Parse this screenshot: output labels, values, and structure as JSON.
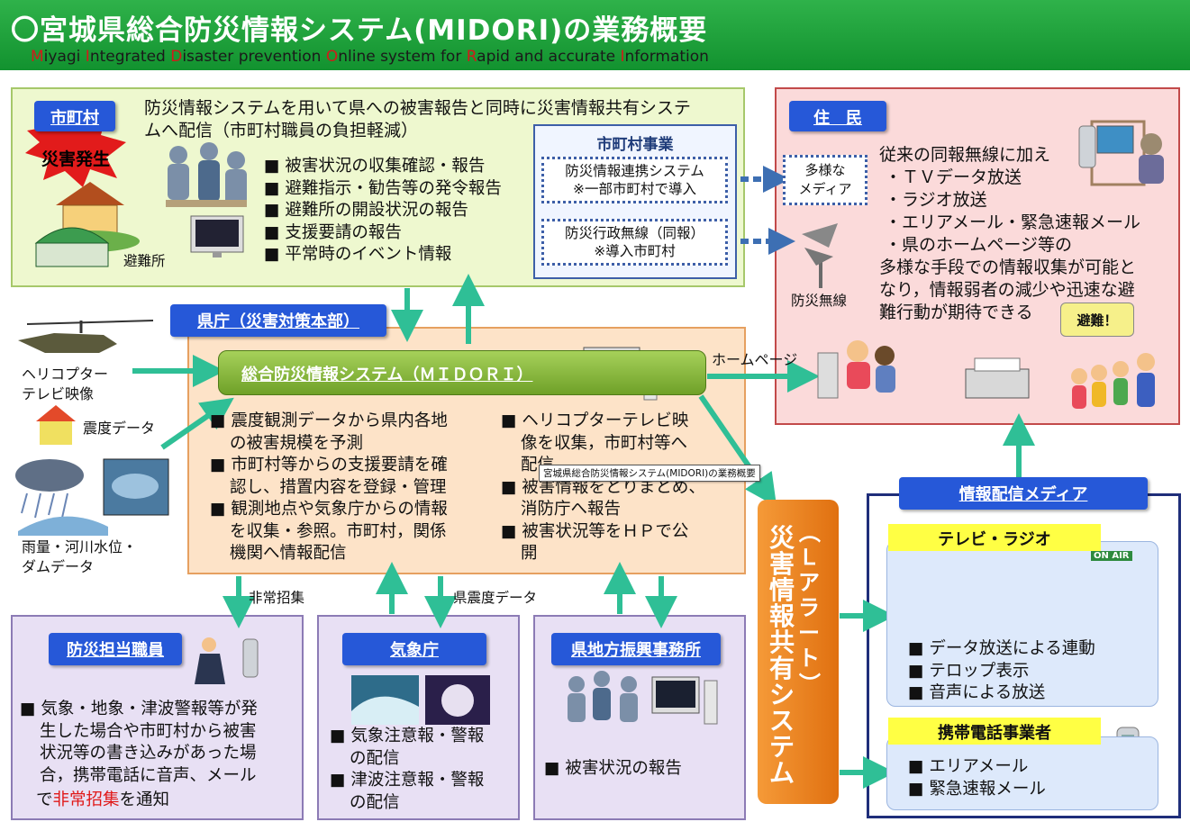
{
  "header": {
    "title": "〇宮城県総合防災情報システム(MIDORI)の業務概要",
    "subtitle_parts": [
      {
        "t": "M",
        "red": true
      },
      {
        "t": "iyagi ",
        "red": false
      },
      {
        "t": "I",
        "red": true
      },
      {
        "t": "ntegrated ",
        "red": false
      },
      {
        "t": "D",
        "red": true
      },
      {
        "t": "isaster prevention ",
        "red": false
      },
      {
        "t": "O",
        "red": true
      },
      {
        "t": "nline system for ",
        "red": false
      },
      {
        "t": "R",
        "red": true
      },
      {
        "t": "apid and accurate ",
        "red": false
      },
      {
        "t": "I",
        "red": true
      },
      {
        "t": "nformation",
        "red": false
      }
    ]
  },
  "city": {
    "tag": "市町村",
    "disaster_label": "災害発生",
    "shelter_label": "避難所",
    "desc_line1": "防災情報システムを用いて県への被害報告と同時に災害情報共有システ",
    "desc_line2": "ムへ配信（市町村職員の負担軽減）",
    "items": [
      "■ 被害状況の収集確認・報告",
      "■ 避難指示・勧告等の発令報告",
      "■ 避難所の開設状況の報告",
      "■ 支援要請の報告",
      "■ 平常時のイベント情報"
    ],
    "business_title": "市町村事業",
    "business_box1_l1": "防災情報連携システム",
    "business_box1_l2": "※一部市町村で導入",
    "business_box2_l1": "防災行政無線（同報）",
    "business_box2_l2": "※導入市町村"
  },
  "resident": {
    "tag": "住　民",
    "various_media_l1": "多様な",
    "various_media_l2": "メディア",
    "radio_label": "防災無線",
    "lines": [
      "従来の同報無線に加え",
      "・ＴＶデータ放送",
      "・ラジオ放送",
      "・エリアメール・緊急速報メール",
      "・県のホームページ等の",
      "多様な手段での情報収集が可能と",
      "なり，情報弱者の減少や迅速な避",
      "難行動が期待できる"
    ],
    "evacuate_bubble": "避難！"
  },
  "inputs": {
    "helicopter_l1": "ヘリコプター",
    "helicopter_l2": "テレビ映像",
    "seismic": "震度データ",
    "rain_l1": "雨量・河川水位・",
    "rain_l2": "ダムデータ"
  },
  "pref": {
    "tag": "県庁（災害対策本部）",
    "system_name": "総合防災情報システム（ＭＩＤＯＲＩ）",
    "homepage_label": "ホームページ",
    "tooltip": "宮城県総合防災情報システム(MIDORI)の業務概要",
    "left_items": [
      "■ 震度観測データから県内各地",
      "の被害規模を予測",
      "■ 市町村等からの支援要請を確",
      "認し、措置内容を登録・管理",
      "■ 観測地点や気象庁からの情報",
      "を収集・参照。市町村，関係",
      "機関へ情報配信"
    ],
    "right_items": [
      "■ ヘリコプターテレビ映",
      "像を収集，市町村等へ",
      "配信",
      "■ 被害情報をとりまとめ、",
      "消防庁へ報告",
      "■ 被害状況等をＨＰで公",
      "開"
    ],
    "emergency_call_label": "非常招集",
    "pref_seismic_label": "県震度データ"
  },
  "staff": {
    "tag": "防災担当職員",
    "lines": [
      "■ 気象・地象・津波警報等が発",
      "生した場合や市町村から被害",
      "状況等の書き込みがあった場",
      "合，携帯電話に音声、メール"
    ],
    "last_prefix": "で",
    "last_highlight": "非常招集",
    "last_suffix": "を通知"
  },
  "jma": {
    "tag": "気象庁",
    "items": [
      "■ 気象注意報・警報",
      "の配信",
      "■ 津波注意報・警報",
      "の配信"
    ]
  },
  "local_office": {
    "tag": "県地方振興事務所",
    "items": [
      "■ 被害状況の報告"
    ]
  },
  "lalert": {
    "text": "災害情報共有システム",
    "paren": "（Ｌアラート）"
  },
  "media": {
    "tag": "情報配信メディア",
    "tv_radio": "テレビ・ラジオ",
    "on_air": "ON AIR",
    "tv_items": [
      "■ データ放送による連動",
      "■ テロップ表示",
      "■ 音声による放送"
    ],
    "mobile_label": "携帯電話事業者",
    "mobile_items": [
      "■ エリアメール",
      "■ 緊急速報メール"
    ]
  },
  "colors": {
    "title_green": "#12922f",
    "tag_blue": "#2658d8",
    "arrow_teal": "#2fbf96",
    "arrow_blue": "#3d6fb3",
    "lalert_orange": "#e07010"
  }
}
